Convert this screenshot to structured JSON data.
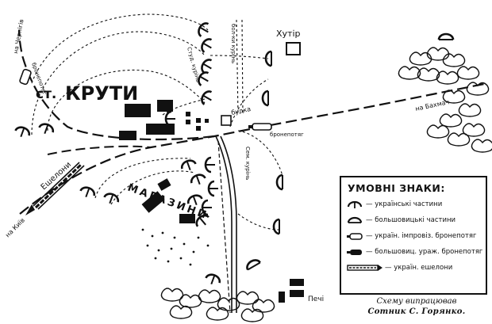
{
  "labels": {
    "station_prefix": "ст.",
    "station_name": "КРУТИ",
    "khutir": "Хутір",
    "budka": "будка",
    "echelons": "Ешелони",
    "to_kiev": "на Київ",
    "to_bakhmach": "на Бахмач",
    "to_chernihiv": "на Чернігів",
    "magazyny": "МАГАЗИНИ",
    "pechi": "Печі",
    "bronepotiah_left": "бронепотяг",
    "bronepotiah_right": "бронепотяг",
    "cherniakh_label": "Студ. курінь",
    "bolsh_label": "бол-ки курінь",
    "semenivka_label": "Сем. курінь"
  },
  "legend": {
    "title": "УМОВНІ ЗНАКИ:",
    "items": [
      {
        "symbol": "ukr-unit",
        "text": "— українські частини"
      },
      {
        "symbol": "bolsh-unit",
        "text": "— большовицькі частини"
      },
      {
        "symbol": "ukr-armored",
        "text": "— україн. імпровіз. бронепотяг"
      },
      {
        "symbol": "bolsh-armored",
        "text": "— большовиц. ураж. бронепотяг"
      },
      {
        "symbol": "ukr-echelon",
        "text": "— україн. ешелони"
      }
    ]
  },
  "author": {
    "line1": "Схему випрацював",
    "line2": "Сотник С. Горянко."
  }
}
